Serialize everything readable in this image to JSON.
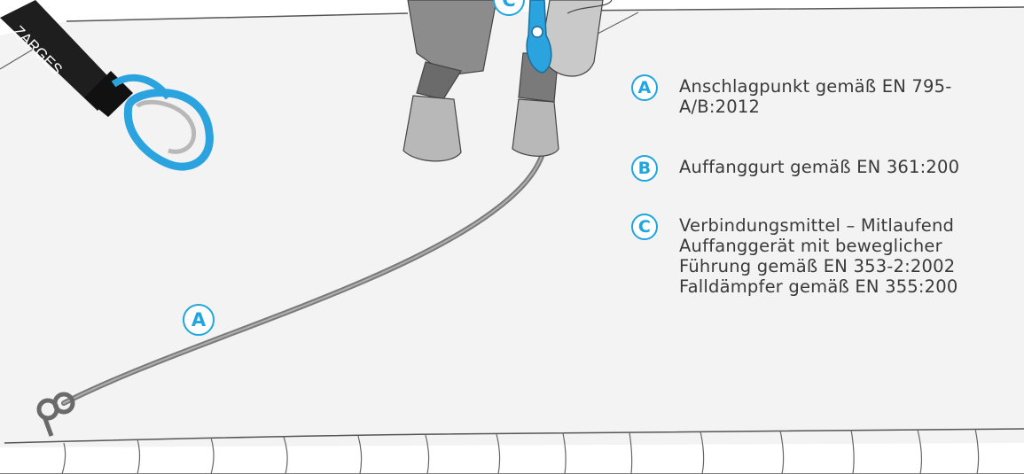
{
  "brand": {
    "logo_text": "ZARGES"
  },
  "colors": {
    "accent": "#1fa6e0",
    "line": "#555555",
    "rope": "#8a8a8a",
    "text": "#3a3a3a"
  },
  "diagram": {
    "markers": [
      {
        "letter": "A"
      },
      {
        "letter": "C"
      }
    ]
  },
  "legend": {
    "items": [
      {
        "letter": "A",
        "lines": [
          "Anschlagpunkt gemäß EN 795-",
          "A/B:2012"
        ]
      },
      {
        "letter": "B",
        "lines": [
          "Auffanggurt gemäß EN 361:200"
        ]
      },
      {
        "letter": "C",
        "lines": [
          "Verbindungsmittel – Mitlaufend",
          "Auffanggerät mit beweglicher",
          "Führung gemäß EN 353-2:2002",
          "Falldämpfer gemäß EN 355:200"
        ]
      }
    ]
  }
}
